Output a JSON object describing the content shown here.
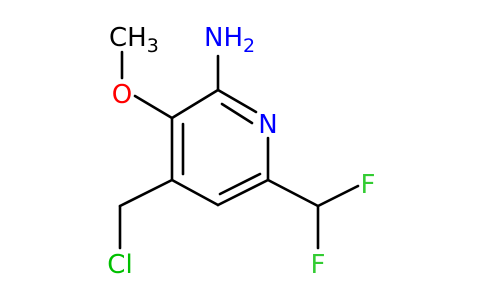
{
  "atoms": {
    "amine": {
      "main": "NH",
      "sub": "2"
    },
    "ring_nitrogen": {
      "text": "N"
    },
    "methoxy_oxygen": {
      "text": "O"
    },
    "methyl": {
      "main": "CH",
      "sub": "3"
    },
    "chlorine": {
      "text": "Cl"
    },
    "fluorine_top": {
      "text": "F"
    },
    "fluorine_bottom": {
      "text": "F"
    }
  },
  "colors": {
    "bond": "#000000",
    "nitrogen": "#0000ff",
    "oxygen": "#ff0000",
    "chlorine": "#00c000",
    "fluorine": "#33cc33",
    "carbon_label": "#000000"
  }
}
